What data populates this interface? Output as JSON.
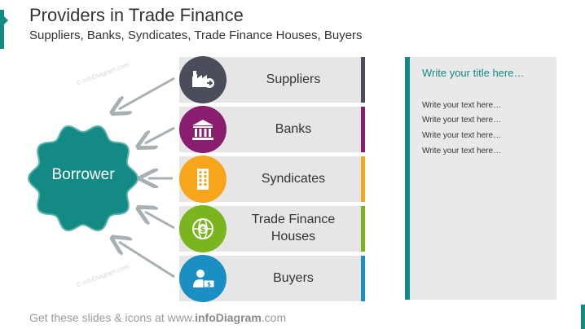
{
  "header": {
    "title": "Providers in Trade Finance",
    "subtitle": "Suppliers, Banks, Syndicates, Trade Finance Houses, Buyers"
  },
  "borrower": {
    "label": "Borrower",
    "color": "#138a84"
  },
  "providers": [
    {
      "label": "Suppliers",
      "circle_color": "#4a4e5a",
      "bar_color": "#4a4e5a",
      "icon": "factory-icon"
    },
    {
      "label": "Banks",
      "circle_color": "#8a1e6e",
      "bar_color": "#8a1e6e",
      "icon": "bank-icon"
    },
    {
      "label": "Syndicates",
      "circle_color": "#f7a51c",
      "bar_color": "#f7a51c",
      "icon": "building-icon"
    },
    {
      "label": "Trade Finance Houses",
      "circle_color": "#7ab51d",
      "bar_color": "#7ab51d",
      "icon": "globe-dollar-icon"
    },
    {
      "label": "Buyers",
      "circle_color": "#1b8fc4",
      "bar_color": "#1b8fc4",
      "icon": "buyer-icon"
    }
  ],
  "panel": {
    "title": "Write your title here…",
    "lines": [
      "Write your text here…",
      "Write your text here…",
      "Write your text here…",
      "Write your text here…"
    ]
  },
  "footer": {
    "prefix": "Get these slides & icons at www.",
    "brand": "infoDiagram",
    "suffix": ".com"
  },
  "watermark": "© infoDiagram.com"
}
